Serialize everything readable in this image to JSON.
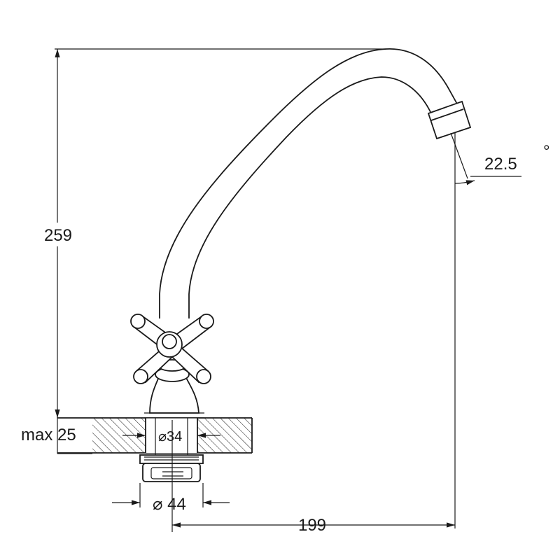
{
  "drawing": {
    "height_value": "259",
    "max_depth_label": "max 25",
    "inner_diameter_label": "⌀34",
    "outer_diameter_label": "⌀ 44",
    "reach_value": "199",
    "angle_value": "22.5",
    "angle_unit": "°"
  }
}
